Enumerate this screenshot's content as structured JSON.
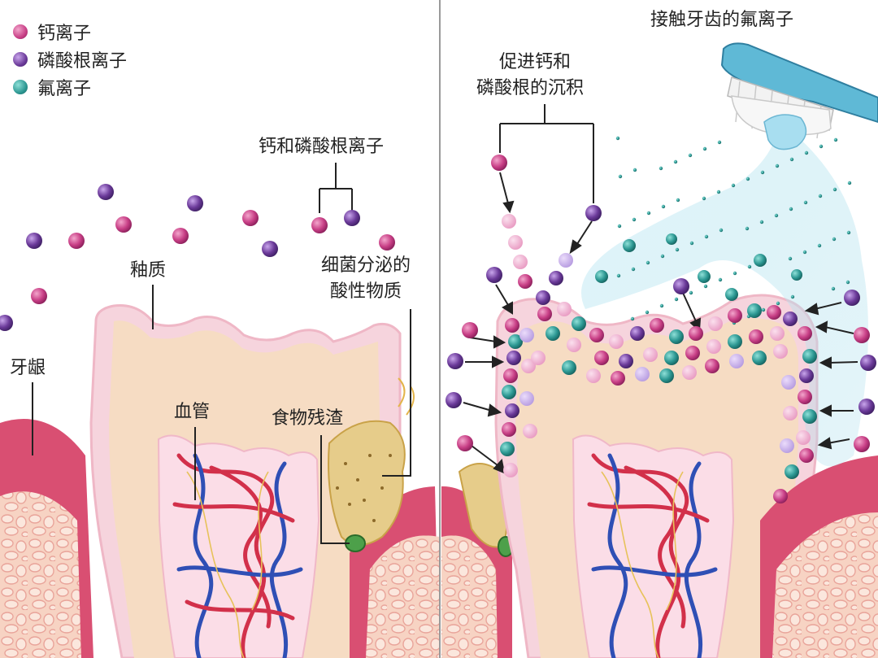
{
  "legend": {
    "calcium": "钙离子",
    "phosphate": "磷酸根离子",
    "fluoride": "氟离子"
  },
  "labels": {
    "gum": "牙龈",
    "enamel": "釉质",
    "blood_vessel": "血管",
    "food_residue": "食物残渣",
    "ca_phosphate_ions": "钙和磷酸根离子",
    "bacterial_acid_line1": "细菌分泌的",
    "bacterial_acid_line2": "酸性物质",
    "promote_line1": "促进钙和",
    "promote_line2": "磷酸根的沉积",
    "fluoride_contact": "接触牙齿的氟离子"
  },
  "colors": {
    "calcium": "#c83f86",
    "phosphate": "#6b3a99",
    "fluoride": "#2d9893",
    "gum": "#d94f72",
    "enamel": "#f6d4dd",
    "dentin": "#f6dcc3",
    "bone": "#f5c9b7",
    "divider": "#9a9a9a"
  }
}
